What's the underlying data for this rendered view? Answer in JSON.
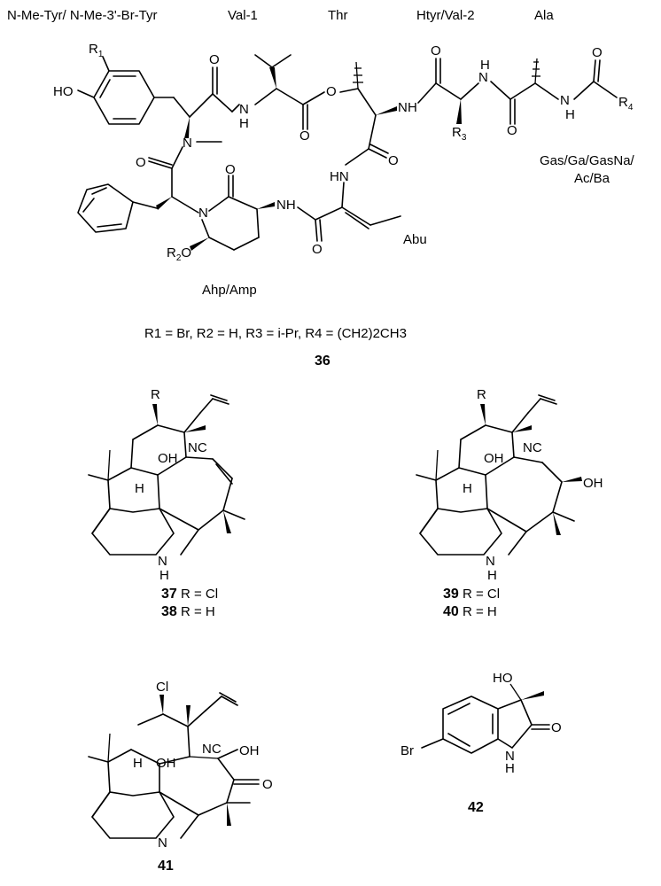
{
  "residue_labels": {
    "tyr": "N-Me-Tyr/ N-Me-3'-Br-Tyr",
    "val1": "Val-1",
    "thr": "Thr",
    "htyr": "Htyr/Val-2",
    "ala": "Ala",
    "acyl_line1": "Gas/Ga/GasNa/",
    "acyl_line2": "Ac/Ba",
    "abu": "Abu",
    "ahp": "Ahp/Amp"
  },
  "atoms36": {
    "r1": "R",
    "r1_sub": "1",
    "ho": "HO",
    "n_methyl": "N",
    "o_ester": "O",
    "nh_val": "N",
    "h_val": "H",
    "nh_thr": "N",
    "h_thr": "H",
    "n_ala": "N",
    "h_ala": "H",
    "nh_ala2": "N",
    "h_ala2": "H",
    "r3": "R",
    "r3_sub": "3",
    "r4": "R",
    "r4_sub": "4",
    "hn_abu": "HN",
    "nh_ahp": "NH",
    "n_ahp": "N",
    "r2o": "R",
    "r2o_sub": "2",
    "r2o_o": "O",
    "o": "O"
  },
  "compound36": {
    "substituents": "R1 = Br, R2 = H, R3 = i-Pr, R4 = (CH2)2CH3",
    "number": "36"
  },
  "compound37_38": {
    "r": "R",
    "oh": "OH",
    "nc": "NC",
    "h": "H",
    "nh": "N",
    "nh_h": "H",
    "line1_num": "37",
    "line1_text": " R = Cl",
    "line2_num": "38",
    "line2_text": " R = H"
  },
  "compound39_40": {
    "r": "R",
    "oh": "OH",
    "oh2": "OH",
    "nc": "NC",
    "h": "H",
    "nh": "N",
    "nh_h": "H",
    "line1_num": "39",
    "line1_text": " R = Cl",
    "line2_num": "40",
    "line2_text": " R = H"
  },
  "compound41": {
    "cl": "Cl",
    "oh": "OH",
    "oh2": "OH",
    "nc": "NC",
    "o": "O",
    "h": "H",
    "nh": "N",
    "number": "41"
  },
  "compound42": {
    "ho": "HO",
    "o": "O",
    "br": "Br",
    "nh": "N",
    "nh_h": "H",
    "number": "42"
  }
}
